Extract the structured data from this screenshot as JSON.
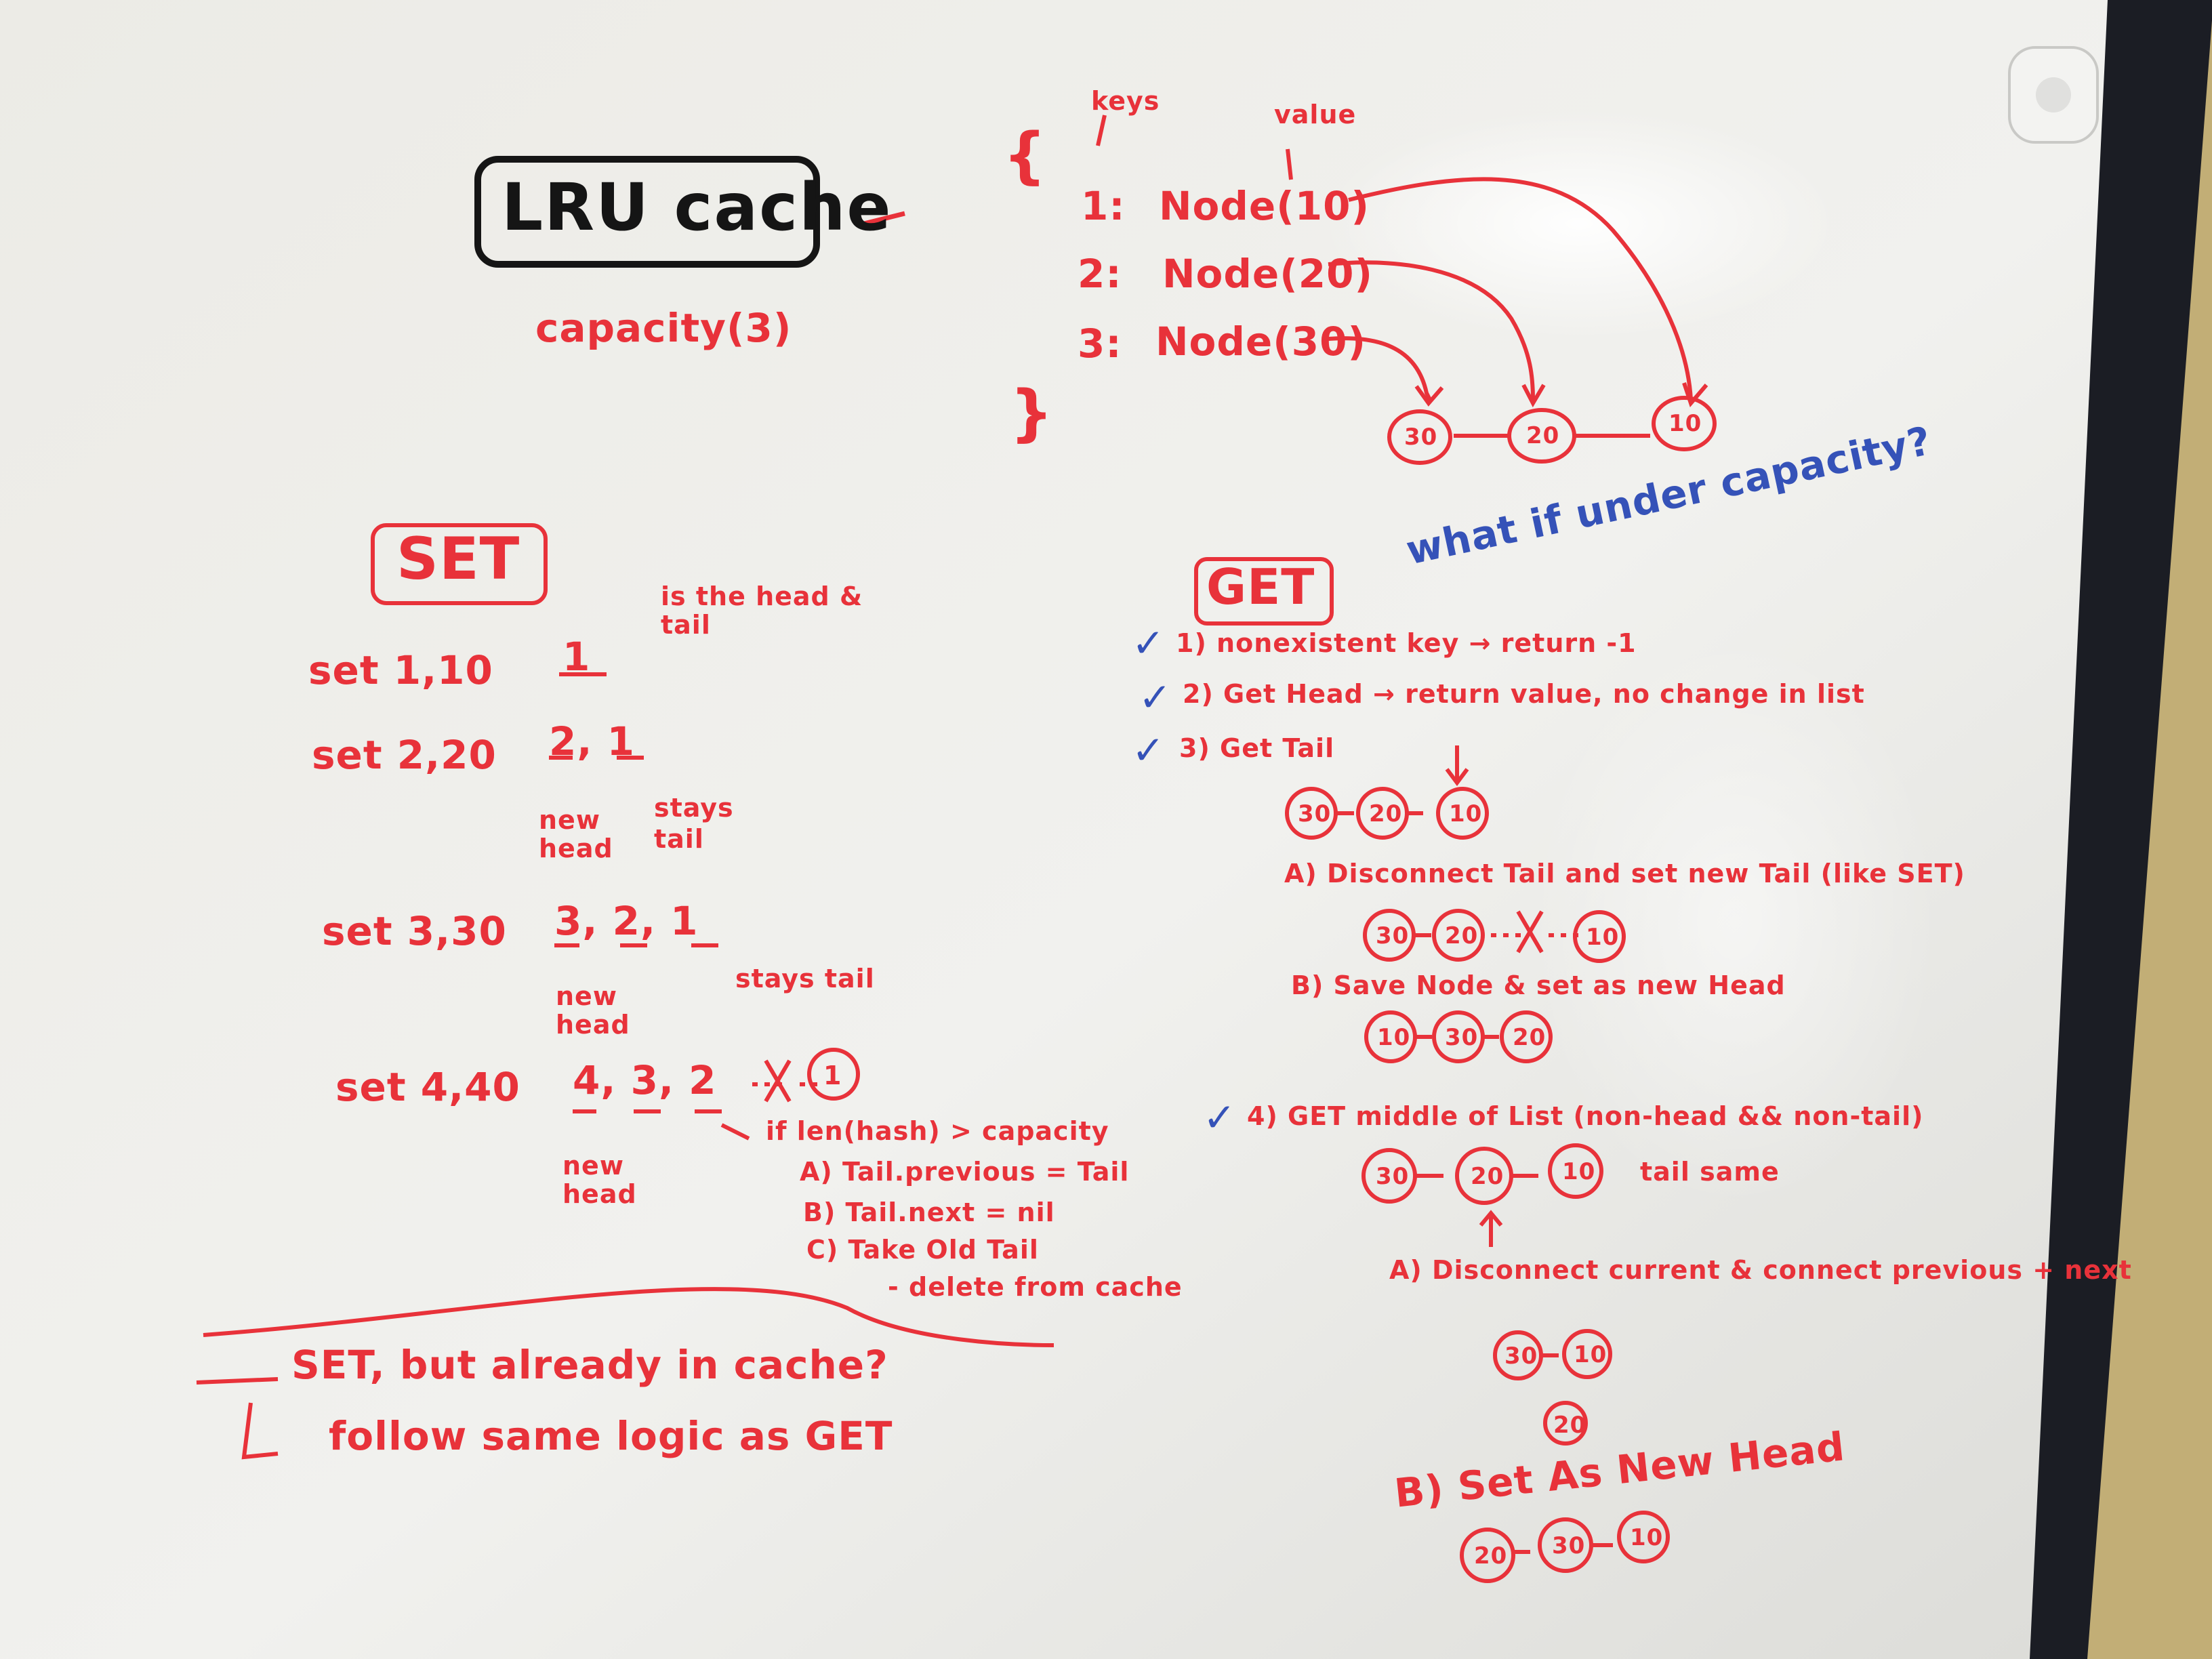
{
  "colors": {
    "board": "#eeeeea",
    "frame": "#1d1f26",
    "wall": "#c4b27c",
    "red_marker": "#e8323a",
    "blue_marker": "#3552b8",
    "black_marker": "#151515"
  },
  "title": {
    "text": "LRU cache",
    "capacity": "capacity(3)"
  },
  "map": {
    "keys_label": "keys",
    "value_label": "value",
    "open_brace": "{",
    "close_brace": "}",
    "entries": [
      {
        "key": "1:",
        "value": "Node(10)"
      },
      {
        "key": "2:",
        "value": "Node(20)"
      },
      {
        "key": "3:",
        "value": "Node(30)"
      }
    ],
    "list_nodes": [
      "30",
      "20",
      "10"
    ]
  },
  "set": {
    "heading": "SET",
    "head_tail_note": "is the head & tail",
    "steps": [
      {
        "cmd": "set 1,10",
        "list": "1"
      },
      {
        "cmd": "set 2,20",
        "list": "2, 1",
        "head_note": "new head",
        "tail_note": "stays tail"
      },
      {
        "cmd": "set 3,30",
        "list": "3, 2, 1",
        "head_note": "new head",
        "tail_note": "stays tail"
      },
      {
        "cmd": "set 4,40",
        "list": "4, 3, 2",
        "evicted": "1",
        "head_note": "new head"
      }
    ],
    "evict_condition": "if len(hash) > capacity",
    "evict_steps": [
      "A) Tail.previous = Tail",
      "B) Tail.next = nil",
      "C) Take Old Tail",
      "- delete from cache"
    ],
    "already_in_cache": "SET, but already in cache?",
    "follow": "follow same logic as GET"
  },
  "get": {
    "heading": "GET",
    "question": "what if under capacity?",
    "check": "✓",
    "cases": [
      "1) nonexistent key → return -1",
      "2) Get Head → return value, no change in list",
      "3) Get Tail"
    ],
    "tail_list": [
      "30",
      "20",
      "10"
    ],
    "tail_a": "A) Disconnect Tail and set new Tail (like SET)",
    "tail_a_list": [
      "30",
      "20",
      "10"
    ],
    "tail_b": "B) Save Node & set as new Head",
    "tail_b_list": [
      "10",
      "30",
      "20"
    ],
    "case4": "4) GET middle of List (non-head && non-tail)",
    "middle_list": [
      "30",
      "20",
      "10"
    ],
    "tail_same": "tail same",
    "middle_a": "A) Disconnect current & connect previous + next",
    "middle_a_list": [
      "30",
      "10"
    ],
    "middle_a_removed": "20",
    "middle_b": "B) Set As New Head",
    "middle_b_list": [
      "20",
      "30",
      "10"
    ]
  }
}
